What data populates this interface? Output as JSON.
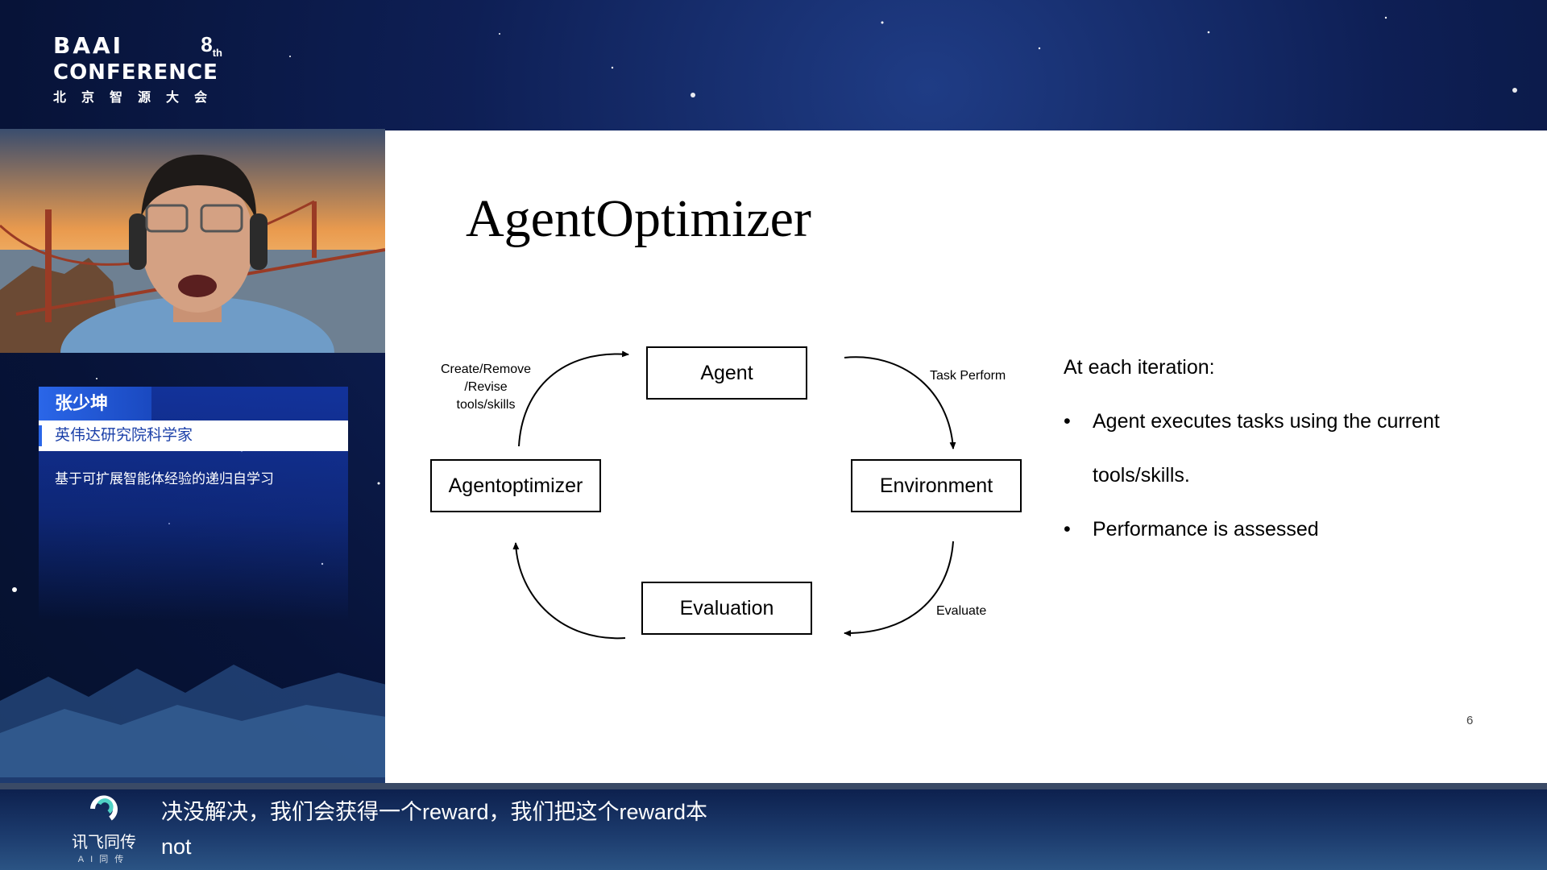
{
  "logo": {
    "brand": "BAAI",
    "edition": "8",
    "edition_suffix": "th",
    "conference": "CONFERENCE",
    "chinese": "北京智源大会"
  },
  "speaker": {
    "name": "张少坤",
    "title": "英伟达研究院科学家",
    "talk_title": "基于可扩展智能体经验的递归自学习"
  },
  "slide": {
    "title": "AgentOptimizer",
    "nodes": {
      "agent": "Agent",
      "environment": "Environment",
      "evaluation": "Evaluation",
      "agentoptimizer": "Agentoptimizer"
    },
    "arc_labels": {
      "create_line1": "Create/Remove",
      "create_line2": "/Revise",
      "create_line3": "tools/skills",
      "task_perform": "Task Perform",
      "evaluate": "Evaluate"
    },
    "iteration_heading": "At each iteration:",
    "bullets": {
      "b1_line1": "Agent executes tasks using the current",
      "b1_line2": "tools/skills.",
      "b2": "Performance is assessed"
    },
    "bullet_symbol": "•",
    "page_number": "6"
  },
  "subtitles": {
    "provider_name": "讯飞同传",
    "provider_sub": "AI同传",
    "line1": "决没解决，我们会获得一个reward，我们把这个reward本",
    "line2": "not"
  },
  "colors": {
    "background": "#0e1f55",
    "card_blue": "#1a49c0",
    "slide_bg": "#ffffff",
    "subtitle_bar": "#1c3b6d"
  }
}
